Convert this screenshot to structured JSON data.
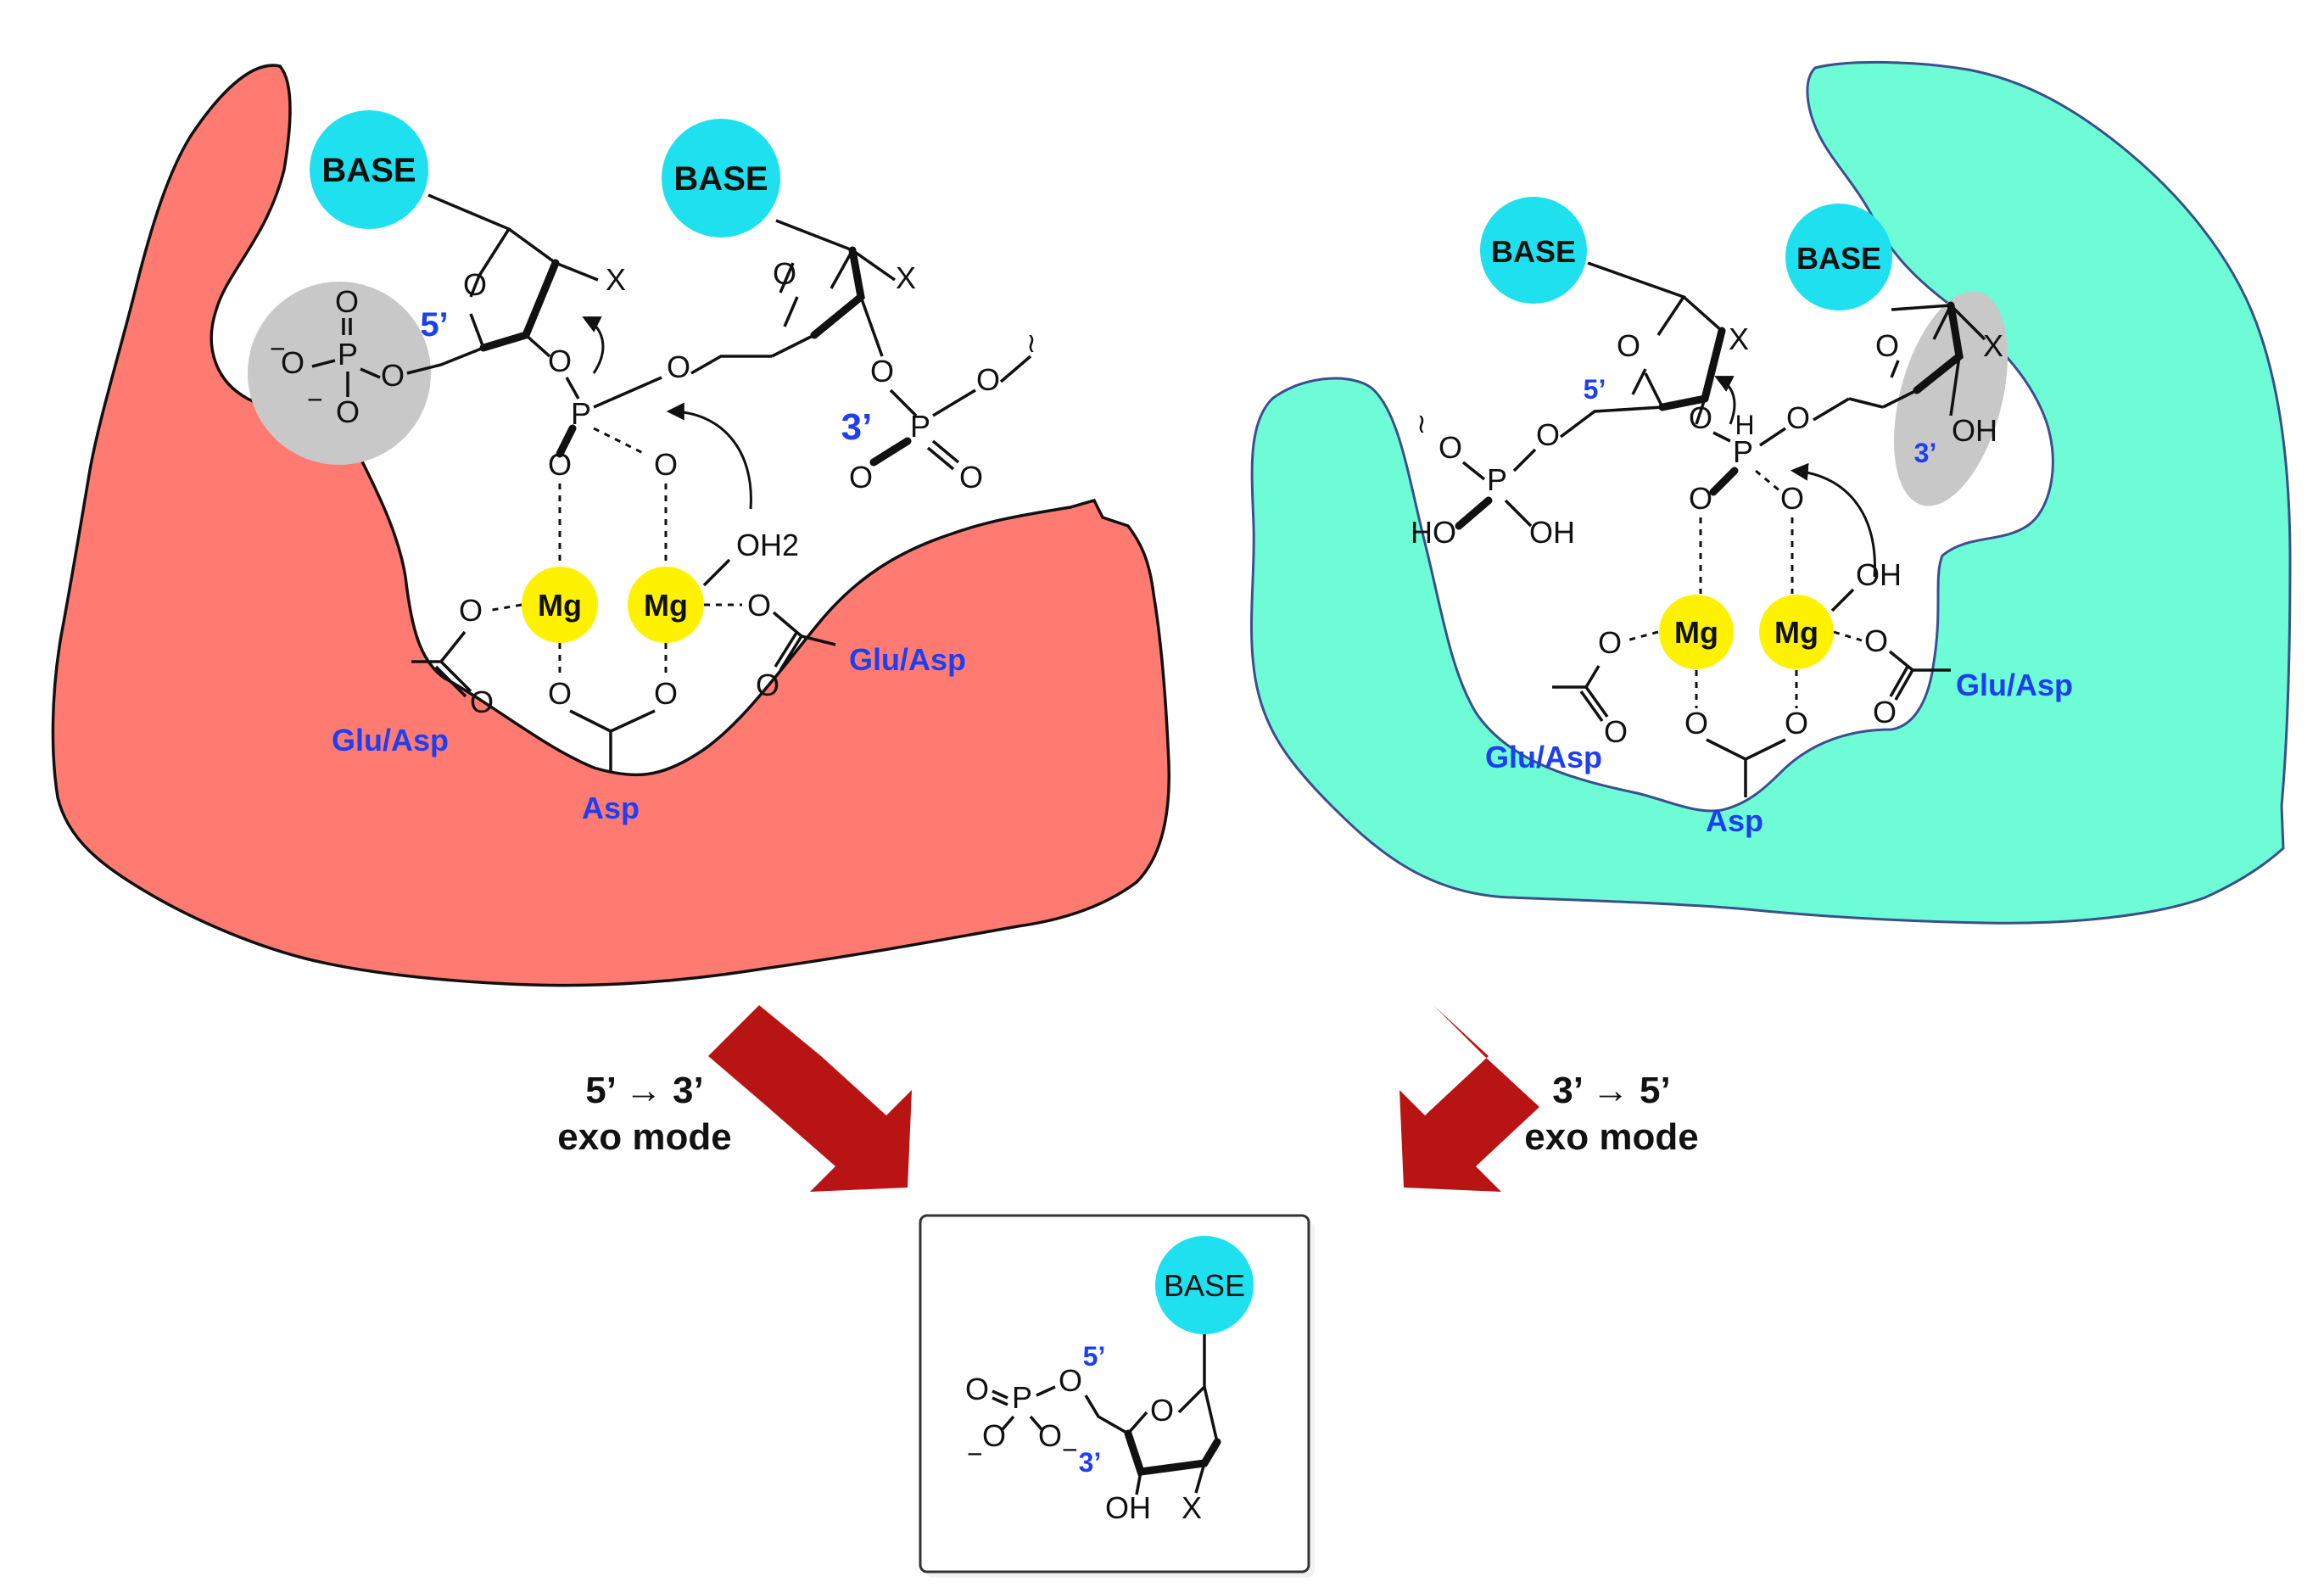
{
  "colors": {
    "left_enzyme": "#ff7b72",
    "right_enzyme": "#6dfcd6",
    "base_circle": "#1fe0ee",
    "mg_circle": "#fff200",
    "highlight": "#c8c8c8",
    "arrow": "#b81414",
    "label_blue": "#1e3ff0"
  },
  "left_panel": {
    "base_labels": [
      "BASE",
      "BASE"
    ],
    "mg_labels": [
      "Mg",
      "Mg"
    ],
    "prime_labels": [
      "5’",
      "3’"
    ],
    "residue_labels": [
      "Glu/Asp",
      "Glu/Asp",
      "Asp"
    ],
    "water": "OH2",
    "substituent": "X"
  },
  "right_panel": {
    "base_labels": [
      "BASE",
      "BASE"
    ],
    "mg_labels": [
      "Mg",
      "Mg"
    ],
    "prime_labels": [
      "5’",
      "3’"
    ],
    "residue_labels": [
      "Glu/Asp",
      "Glu/Asp",
      "Asp"
    ],
    "hydroxide": "OH",
    "substituent": "X"
  },
  "arrows": {
    "left_label_line1": "5’ → 3’",
    "left_label_line2": "exo mode",
    "right_label_line1": "3’ → 5’",
    "right_label_line2": "exo mode"
  },
  "product": {
    "base_label": "BASE",
    "prime_labels": [
      "5’",
      "3’"
    ],
    "oh_label": "OH",
    "substituent": "X"
  }
}
